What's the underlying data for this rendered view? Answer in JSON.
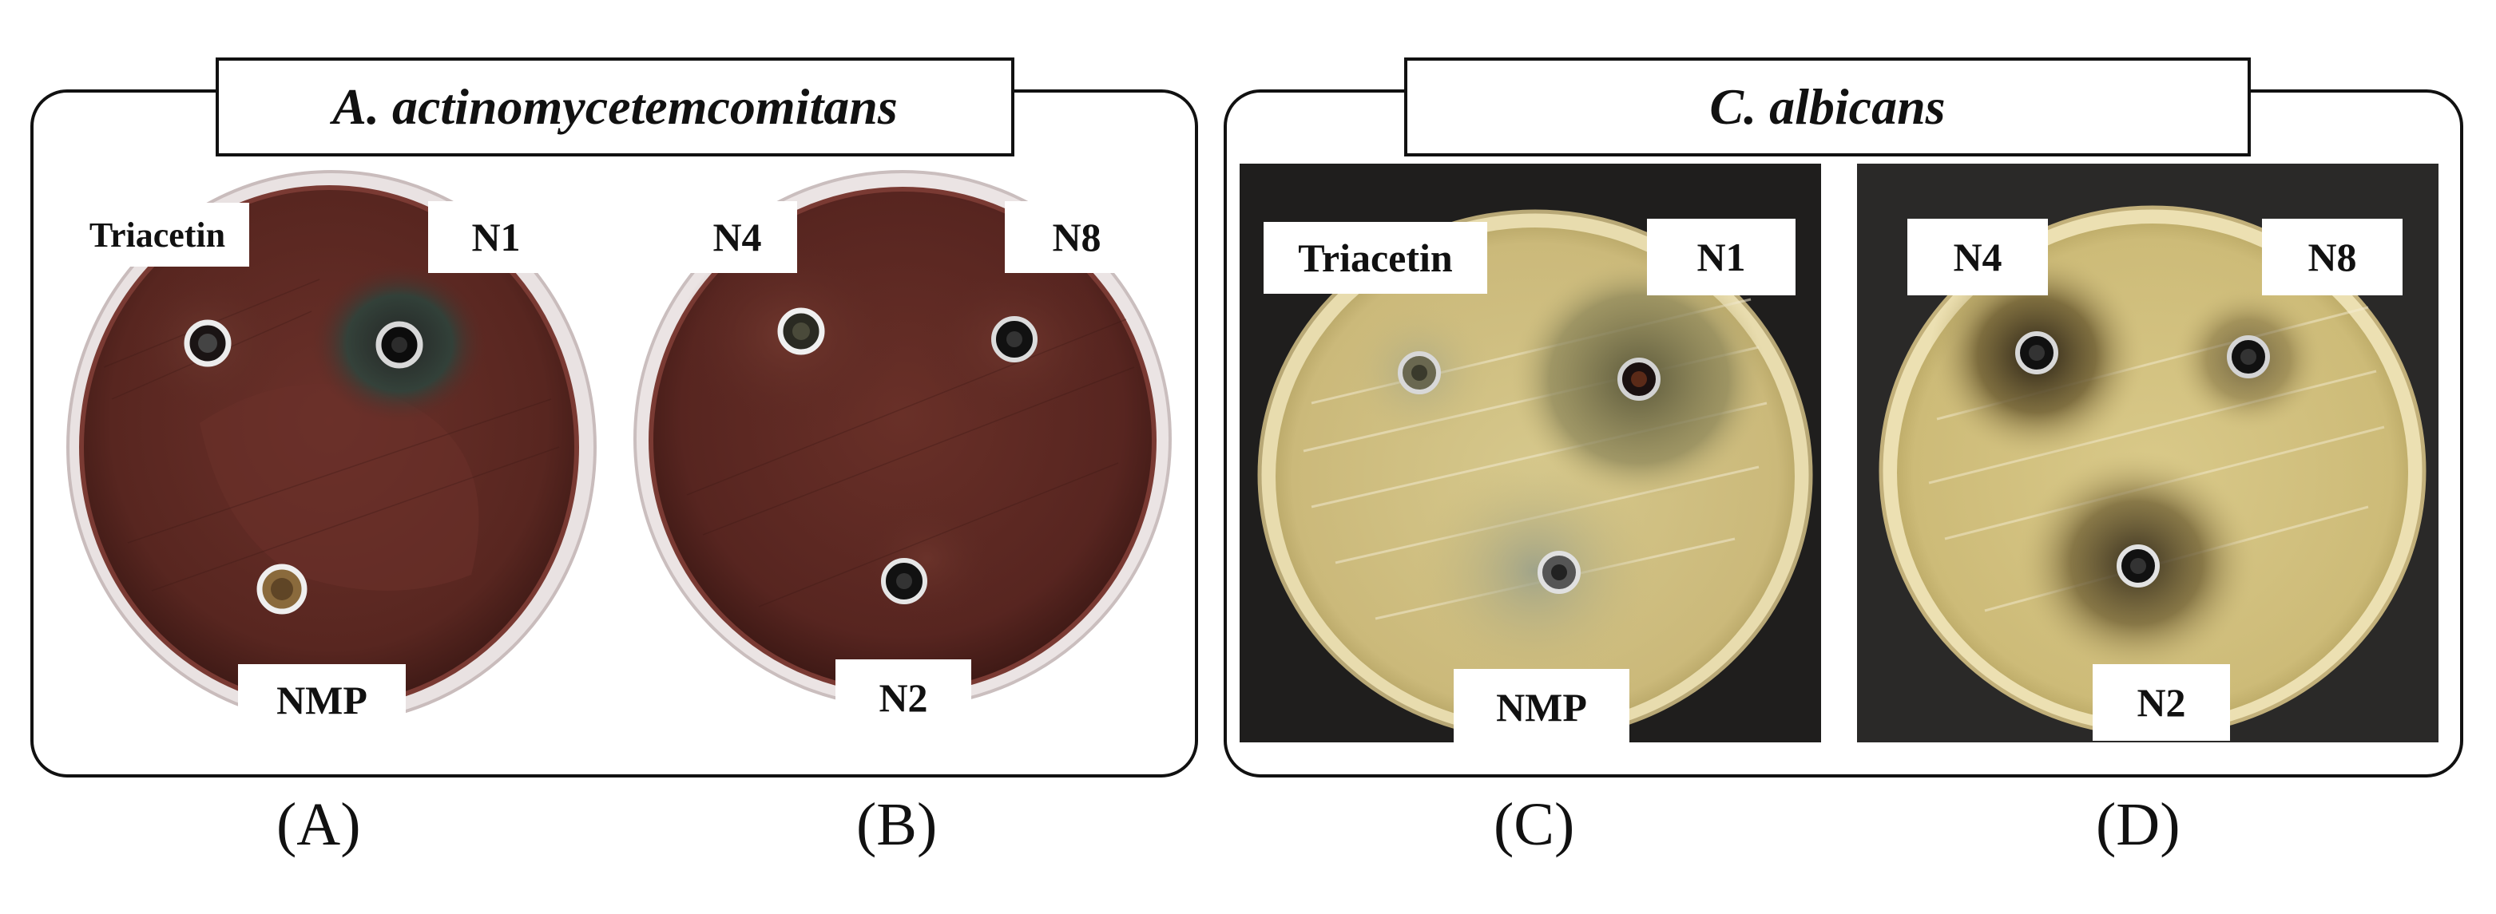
{
  "groups": {
    "left": {
      "title": "A. actinomycetemcomitans"
    },
    "right": {
      "title": "C. albicans"
    }
  },
  "panels": {
    "A": {
      "caption": "(A)",
      "labels": {
        "top_left": "Triacetin",
        "top_right": "N1",
        "bottom": "NMP"
      }
    },
    "B": {
      "caption": "(B)",
      "labels": {
        "top_left": "N4",
        "top_right": "N8",
        "bottom": "N2"
      }
    },
    "C": {
      "caption": "(C)",
      "labels": {
        "top_left": "Triacetin",
        "top_right": "N1",
        "bottom": "NMP"
      }
    },
    "D": {
      "caption": "(D)",
      "labels": {
        "top_left": "N4",
        "top_right": "N8",
        "bottom": "N2"
      }
    }
  },
  "colors": {
    "blood_agar": "#5e2a24",
    "yeast_agar": "#d8c98a",
    "photo_background_dark": "#1f1e1d",
    "frame": "#111111"
  }
}
